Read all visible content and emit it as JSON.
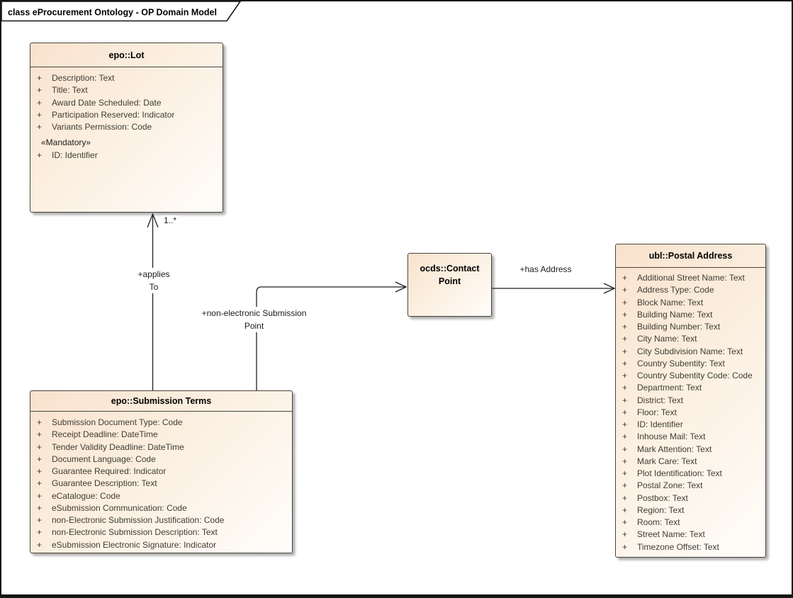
{
  "frame": {
    "title": "class eProcurement Ontology - OP Domain Model"
  },
  "classes": {
    "lot": {
      "name": "epo::Lot",
      "attributes": [
        {
          "vis": "+",
          "text": "Description: Text"
        },
        {
          "vis": "+",
          "text": "Title: Text"
        },
        {
          "vis": "+",
          "text": "Award Date Scheduled: Date"
        },
        {
          "vis": "+",
          "text": "Participation Reserved: Indicator"
        },
        {
          "vis": "+",
          "text": "Variants Permission: Code"
        }
      ],
      "stereotype": "«Mandatory»",
      "stereotype_attributes": [
        {
          "vis": "+",
          "text": "ID: Identifier"
        }
      ]
    },
    "submission_terms": {
      "name": "epo::Submission Terms",
      "attributes": [
        {
          "vis": "+",
          "text": "Submission Document Type: Code"
        },
        {
          "vis": "+",
          "text": "Receipt Deadline: DateTime"
        },
        {
          "vis": "+",
          "text": "Tender Validity Deadline: DateTime"
        },
        {
          "vis": "+",
          "text": "Document Language: Code"
        },
        {
          "vis": "+",
          "text": "Guarantee Required: Indicator"
        },
        {
          "vis": "+",
          "text": "Guarantee Description: Text"
        },
        {
          "vis": "+",
          "text": "eCatalogue: Code"
        },
        {
          "vis": "+",
          "text": "eSubmission Communication: Code"
        },
        {
          "vis": "+",
          "text": "non-Electronic Submission Justification: Code"
        },
        {
          "vis": "+",
          "text": "non-Electronic Submission Description: Text"
        },
        {
          "vis": "+",
          "text": "eSubmission Electronic Signature: Indicator"
        }
      ]
    },
    "contact_point": {
      "name_line1": "ocds::Contact",
      "name_line2": "Point"
    },
    "postal_address": {
      "name": "ubl::Postal Address",
      "attributes": [
        {
          "vis": "+",
          "text": "Additional Street Name: Text"
        },
        {
          "vis": "+",
          "text": "Address Type: Code"
        },
        {
          "vis": "+",
          "text": "Block Name: Text"
        },
        {
          "vis": "+",
          "text": "Building Name: Text"
        },
        {
          "vis": "+",
          "text": "Building Number: Text"
        },
        {
          "vis": "+",
          "text": "City Name: Text"
        },
        {
          "vis": "+",
          "text": "City Subdivision Name: Text"
        },
        {
          "vis": "+",
          "text": "Country Subentity: Text"
        },
        {
          "vis": "+",
          "text": "Country Subentity Code: Code"
        },
        {
          "vis": "+",
          "text": "Department: Text"
        },
        {
          "vis": "+",
          "text": "District: Text"
        },
        {
          "vis": "+",
          "text": "Floor: Text"
        },
        {
          "vis": "+",
          "text": "ID: Identifier"
        },
        {
          "vis": "+",
          "text": "Inhouse Mail: Text"
        },
        {
          "vis": "+",
          "text": "Mark Attention: Text"
        },
        {
          "vis": "+",
          "text": "Mark Care: Text"
        },
        {
          "vis": "+",
          "text": "Plot Identification: Text"
        },
        {
          "vis": "+",
          "text": "Postal Zone: Text"
        },
        {
          "vis": "+",
          "text": "Postbox: Text"
        },
        {
          "vis": "+",
          "text": "Region: Text"
        },
        {
          "vis": "+",
          "text": "Room: Text"
        },
        {
          "vis": "+",
          "text": "Street Name: Text"
        },
        {
          "vis": "+",
          "text": "Timezone Offset: Text"
        }
      ]
    }
  },
  "associations": {
    "applies_to": {
      "label_line1": "+applies",
      "label_line2": "To",
      "target_multiplicity": "1..*"
    },
    "non_electronic_submission_point": {
      "label_line1": "+non-electronic Submission",
      "label_line2": "Point"
    },
    "has_address": {
      "label": "+has Address"
    }
  },
  "colors": {
    "box_fill_start": "#f9e2ce",
    "box_fill_end": "#fffdfa",
    "box_border": "#4a443c",
    "attribute_text": "#3f3d33",
    "connector_line": "#1f1f1f",
    "frame_border": "#161616"
  }
}
